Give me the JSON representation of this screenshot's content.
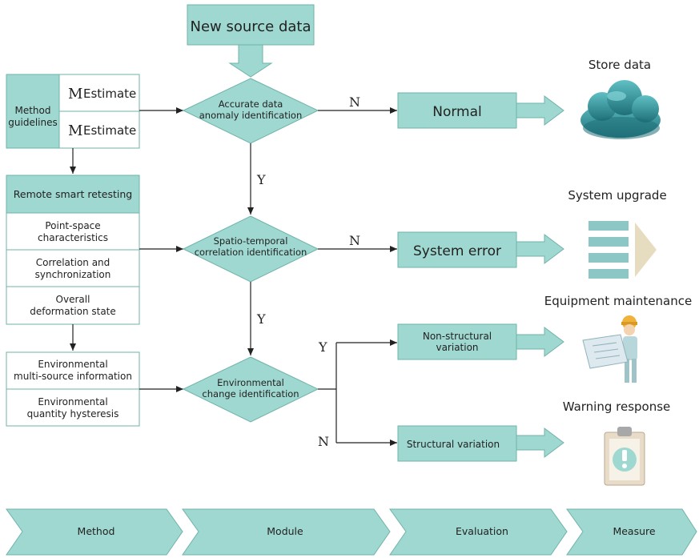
{
  "colors": {
    "teal": "#9fd8d0",
    "teal_border": "#6fb3aa",
    "text": "#222222",
    "line": "#222222",
    "cloud": "#2f8a8c",
    "worker_helmet": "#f0b23a"
  },
  "source": {
    "label": "New source data"
  },
  "method_guidelines": {
    "label_line1": "Method",
    "label_line2": "guidelines",
    "estimate_1": "Estimate",
    "estimate_2": "Estimate",
    "m_symbol": "M"
  },
  "remote": {
    "title": "Remote smart retesting",
    "item1_line1": "Point-space",
    "item1_line2": "characteristics",
    "item2_line1": "Correlation and",
    "item2_line2": "synchronization",
    "item3_line1": "Overall",
    "item3_line2": "deformation state"
  },
  "environment": {
    "item1_line1": "Environmental",
    "item1_line2": "multi-source information",
    "item2_line1": "Environmental",
    "item2_line2": "quantity hysteresis"
  },
  "diamonds": {
    "d1_line1": "Accurate data",
    "d1_line2": "anomaly identification",
    "d2_line1": "Spatio-temporal",
    "d2_line2": "correlation identification",
    "d3_line1": "Environmental",
    "d3_line2": "change identification"
  },
  "branch_labels": {
    "yes": "Y",
    "no": "N"
  },
  "outcomes": {
    "normal": "Normal",
    "system_error": "System error",
    "non_structural_line1": "Non-structural",
    "non_structural_line2": "variation",
    "structural": "Structural variation"
  },
  "measures": {
    "store": "Store data",
    "upgrade": "System upgrade",
    "maintenance": "Equipment maintenance",
    "warning": "Warning response"
  },
  "stages": [
    "Method",
    "Module",
    "Evaluation",
    "Measure"
  ]
}
